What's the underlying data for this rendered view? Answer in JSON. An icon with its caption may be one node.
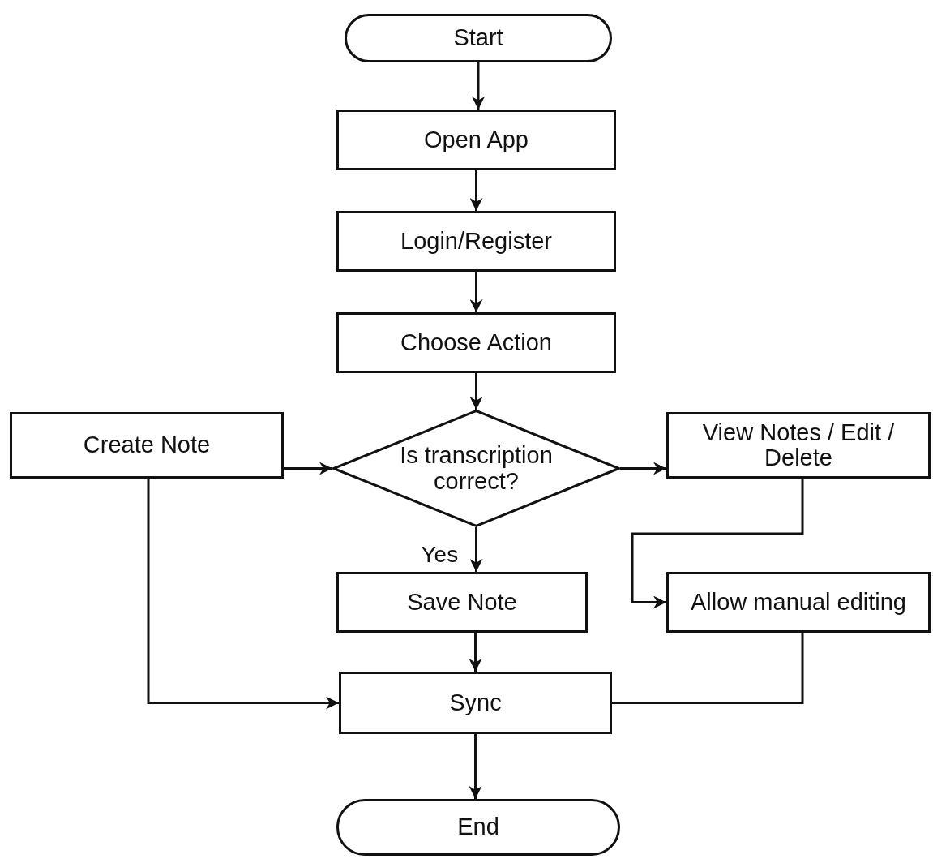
{
  "diagram": {
    "nodes": [
      {
        "text": [
          "Start"
        ]
      },
      {
        "text": [
          "Open App"
        ]
      },
      {
        "text": [
          "Login/Register"
        ]
      },
      {
        "text": [
          "Choose Action"
        ]
      },
      {
        "text": [
          "Create Note"
        ]
      },
      {
        "text": [
          "Is transcription correct?"
        ]
      },
      {
        "text": [
          "View Notes / Edit / Delete"
        ]
      },
      {
        "text": [
          "Save Note"
        ]
      },
      {
        "text": [
          "Allow manual editing"
        ]
      },
      {
        "text": [
          "Sync"
        ]
      },
      {
        "text": [
          "End"
        ]
      }
    ],
    "edges": [
      {
        "from": 0,
        "to": 1,
        "arrow": "to"
      },
      {
        "from": 1,
        "to": 2,
        "arrow": "to"
      },
      {
        "from": 2,
        "to": 3,
        "arrow": "to"
      },
      {
        "from": 3,
        "to": 5,
        "arrow": "to"
      },
      {
        "from": 4,
        "to": 5,
        "arrow": "to"
      },
      {
        "from": 5,
        "to": 6,
        "arrow": "to"
      },
      {
        "from": 5,
        "to": 7,
        "label": "Yes",
        "arrow": "to"
      },
      {
        "from": 6,
        "to": 8,
        "arrow": "to"
      },
      {
        "from": 4,
        "to": 9,
        "arrow": "to"
      },
      {
        "from": 7,
        "to": 9,
        "arrow": "to"
      },
      {
        "from": 8,
        "to": 9,
        "arrow": "none"
      },
      {
        "from": 9,
        "to": 10,
        "arrow": "to"
      }
    ]
  }
}
